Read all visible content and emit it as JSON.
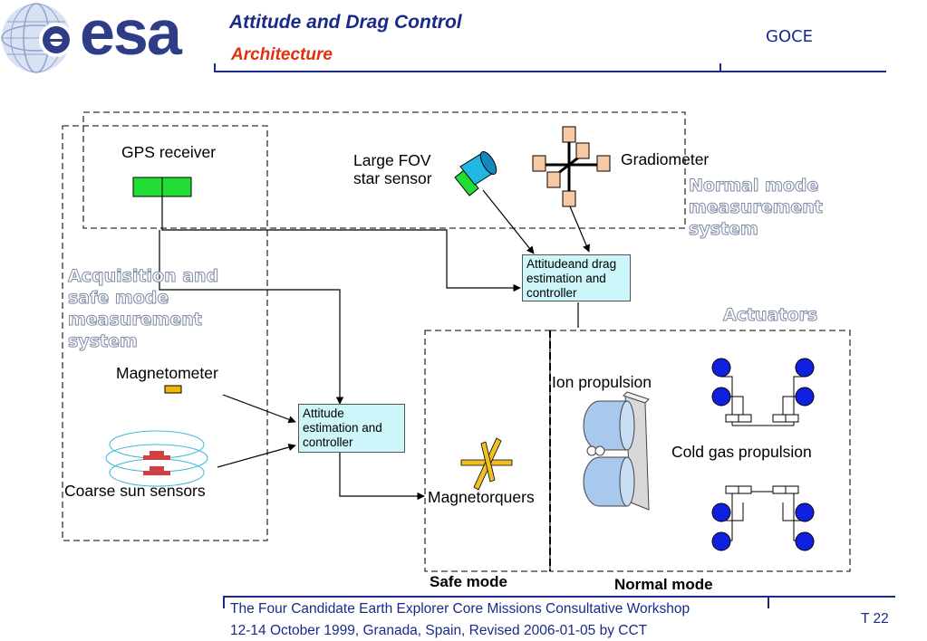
{
  "header": {
    "logo_text": "esa",
    "title_line1": "Attitude and Drag Control",
    "title_line2": "Architecture",
    "mission": "GOCE"
  },
  "diagram": {
    "gps_receiver": "GPS receiver",
    "large_fov_line1": "Large FOV",
    "large_fov_line2": "star sensor",
    "gradiometer": "Gradiometer",
    "normal_mode_system": [
      "Normal mode",
      "measurement",
      "system"
    ],
    "acq_system": [
      "Acquisition and",
      "safe mode",
      "measurement",
      "system"
    ],
    "attitude_drag_box": [
      "Attitudeand drag",
      "estimation and",
      "controller"
    ],
    "attitude_box": [
      "Attitude",
      "estimation and",
      "controller"
    ],
    "actuators": "Actuators",
    "magnetometer": "Magnetometer",
    "coarse_sun_sensors": "Coarse sun sensors",
    "ion_propulsion": "Ion propulsion",
    "cold_gas_propulsion": "Cold gas propulsion",
    "magnetorquers": "Magnetorquers",
    "safe_mode": "Safe mode",
    "normal_mode": "Normal mode"
  },
  "footer": {
    "line1": "The Four Candidate Earth Explorer Core Missions Consultative Workshop",
    "line2": "12-14 October 1999, Granada, Spain, Revised 2006-01-05 by CCT",
    "page": "T 22"
  },
  "colors": {
    "esa_blue": "#2f3d86",
    "title_blue": "#1a2a8a",
    "title_red": "#e03010",
    "box_fill": "#ccf6fa",
    "gps_green": "#22dd33",
    "thruster_blue": "#1020e0",
    "cube_orange": "#f8c8a0"
  }
}
